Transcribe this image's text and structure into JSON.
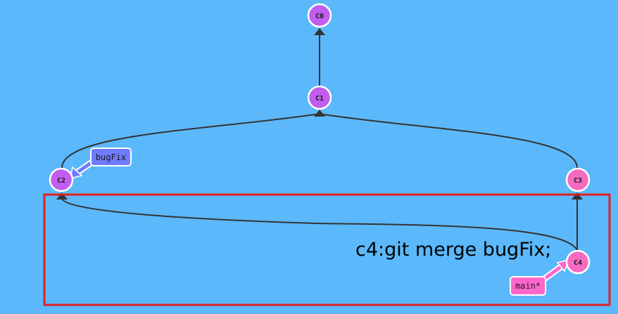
{
  "commits": [
    {
      "id": "c0",
      "label": "C0"
    },
    {
      "id": "c1",
      "label": "C1"
    },
    {
      "id": "c2",
      "label": "C2"
    },
    {
      "id": "c3",
      "label": "C3"
    },
    {
      "id": "c4",
      "label": "C4"
    }
  ],
  "edges": [
    {
      "from": "c1",
      "to": "c0"
    },
    {
      "from": "c2",
      "to": "c1"
    },
    {
      "from": "c3",
      "to": "c1"
    },
    {
      "from": "c4",
      "to": "c3"
    },
    {
      "from": "c4",
      "to": "c2"
    }
  ],
  "branches": [
    {
      "name": "bugFix",
      "target": "c2",
      "color": "#6f7cff"
    },
    {
      "name": "main*",
      "target": "c4",
      "color": "#ff66cc"
    }
  ],
  "annotation": "c4:git merge bugFix;",
  "colors": {
    "background": "#5bb8fa",
    "commit_fill": "#c15df0",
    "commit_c3_fill": "#f56ac2",
    "commit_stroke": "#ffffff",
    "edge": "#333333",
    "highlight_box": "#e02020"
  }
}
